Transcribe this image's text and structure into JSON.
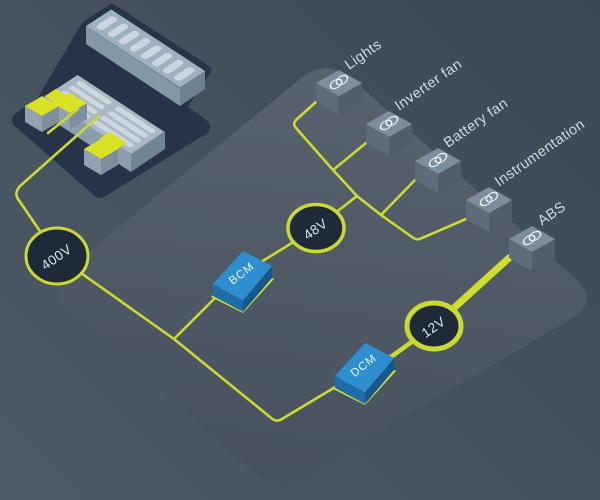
{
  "nodes": {
    "hv_bus": {
      "label": "400V"
    },
    "bcm": {
      "label": "BCM"
    },
    "mv_bus": {
      "label": "48V"
    },
    "dcm": {
      "label": "DCM"
    },
    "lv_bus": {
      "label": "12V"
    }
  },
  "consumers": [
    {
      "label": "Lights"
    },
    {
      "label": "Inverter fan"
    },
    {
      "label": "Battery fan"
    },
    {
      "label": "Instrumentation"
    },
    {
      "label": "ABS"
    }
  ],
  "colors": {
    "wire": "#cada32",
    "accent_yellow": "#d9e125",
    "node_fill": "#1f2a38",
    "node_stroke": "#cada32",
    "node_text": "#dde3e9",
    "converter_box_top": "#2e8fd0",
    "converter_box_front": "#1d6dab",
    "cube_top": "#7e8d9b",
    "cube_left": "#5e6b78",
    "cube_right": "#515d69",
    "label_text": "#d2d9df",
    "background_light": "#4e5a66",
    "background_dark": "#3b4754",
    "platform_light": "#58636e",
    "platform_dark": "#46515d",
    "battery_tray": "#263349"
  }
}
